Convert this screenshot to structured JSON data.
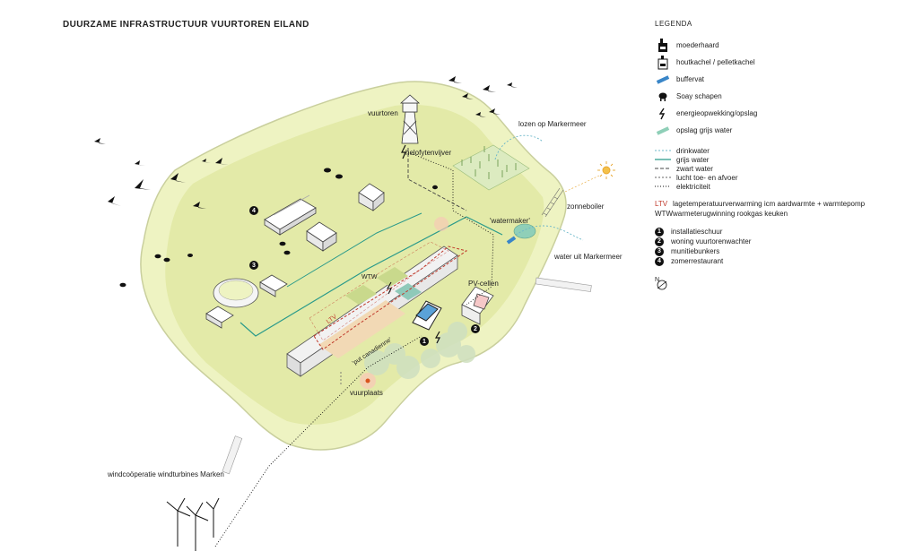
{
  "title": "DUURZAME INFRASTRUCTUUR VUURTOREN EILAND",
  "map_labels": {
    "vuurtoren": "vuurtoren",
    "helofytenvijver": "helofytenvijver",
    "lozen": "lozen op Markermeer",
    "zonneboiler": "zonneboiler",
    "watermaker": "'watermaker'",
    "water_uit": "water uit Markermeer",
    "pv_cellen": "PV-cellen",
    "wtw": "WTW",
    "ltv": "LTV",
    "put": "'put canadienne'",
    "vuurplaats": "vuurplaats",
    "windcoop": "windcoöperatie windturbines Marken"
  },
  "markers": [
    "1",
    "2",
    "3",
    "4"
  ],
  "legend": {
    "title": "LEGENDA",
    "symbols": [
      {
        "icon": "moederhaard-icon",
        "label": "moederhaard"
      },
      {
        "icon": "houtkachel-icon",
        "label": "houtkachel / pelletkachel"
      },
      {
        "icon": "buffervat-icon",
        "label": "buffervat"
      },
      {
        "icon": "sheep-icon",
        "label": "Soay schapen"
      },
      {
        "icon": "lightning-icon",
        "label": "energieopwekking/opslag"
      },
      {
        "icon": "grey-water-storage-icon",
        "label": "opslag grijs water"
      }
    ],
    "lines": [
      {
        "label": "drinkwater",
        "color": "#6cb7c9",
        "dash": "2,2"
      },
      {
        "label": "grijs water",
        "color": "#2a9a8a",
        "dash": "none"
      },
      {
        "label": "zwart water",
        "color": "#444444",
        "dash": "4,2"
      },
      {
        "label": "lucht toe- en afvoer",
        "color": "#666666",
        "dash": "2,2"
      },
      {
        "label": "elektriciteit",
        "color": "#111111",
        "dash": "1,2"
      }
    ],
    "abbreviations": [
      {
        "key": "LTV",
        "text": "lagetemperatuurverwarming icm aardwarmte + warmtepomp"
      },
      {
        "key": "WTW",
        "text": "warmeterugwinning rookgas keuken"
      }
    ],
    "numbers": [
      {
        "n": "1",
        "text": "installatieschuur"
      },
      {
        "n": "2",
        "text": "woning vuurtorenwachter"
      },
      {
        "n": "3",
        "text": "munitiebunkers"
      },
      {
        "n": "4",
        "text": "zomerrestaurant"
      }
    ],
    "north": "N"
  },
  "colors": {
    "island": "#eef3c2",
    "island_inner": "#e3eaa8",
    "grey_water": "#2a9a8a",
    "drink_water": "#6cb7c9",
    "ltv_red": "#c0392b",
    "buffervat": "#3a86c8",
    "fields": "#c9d98c"
  }
}
